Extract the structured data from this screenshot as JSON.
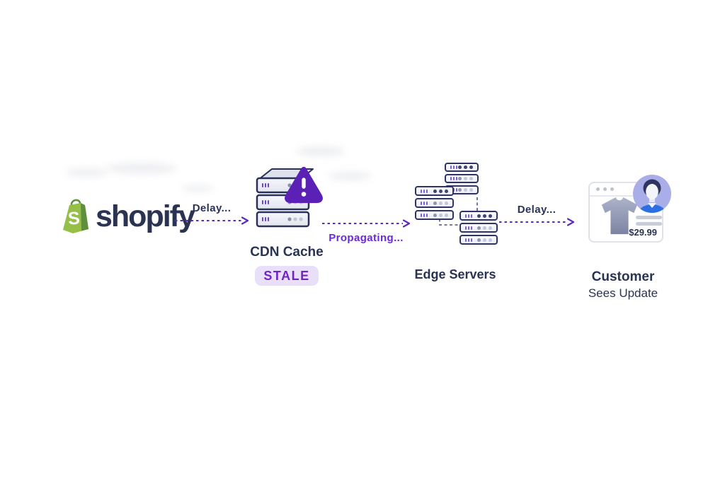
{
  "brand": {
    "name": "shopify",
    "logo_letter": "S",
    "logo_icon": "shopify-bag-icon",
    "bag_color": "#96BF48",
    "bag_shadow_color": "#5E8E3E",
    "wordmark_color": "#2A3352"
  },
  "flow": {
    "arrows": [
      {
        "label": "Delay...",
        "label_color": "#2B3158",
        "line_color": "#5B2BBF",
        "style": "dashed",
        "from": "shopify",
        "to": "cdn-cache"
      },
      {
        "label": "Propagating...",
        "label_color": "#6D28D9",
        "line_color": "#5B2BBF",
        "style": "dashed",
        "from": "cdn-cache",
        "to": "edge-servers"
      },
      {
        "label": "Delay...",
        "label_color": "#2B3158",
        "line_color": "#5B2BBF",
        "style": "dashed",
        "from": "edge-servers",
        "to": "customer"
      }
    ],
    "nodes": {
      "cdn_cache": {
        "label": "CDN Cache",
        "status_badge": "STALE",
        "badge_bg": "#EADFF9",
        "badge_text_color": "#7223C4",
        "icon": "server-stack-icon",
        "warning_icon": "warning-triangle-icon",
        "warning_color": "#5B21B6"
      },
      "edge_servers": {
        "label": "Edge Servers",
        "icon": "server-cluster-icon",
        "cluster_count": 3,
        "bars_per_cluster": 3
      },
      "customer": {
        "label": "Customer",
        "sublabel": "Sees Update",
        "price": "$29.99",
        "icon": "browser-window-icon",
        "product_icon": "tshirt-icon",
        "avatar_icon": "person-avatar-icon",
        "avatar_bg": "#A9ADE8",
        "shirt_blue": "#2D6FE3"
      }
    }
  }
}
